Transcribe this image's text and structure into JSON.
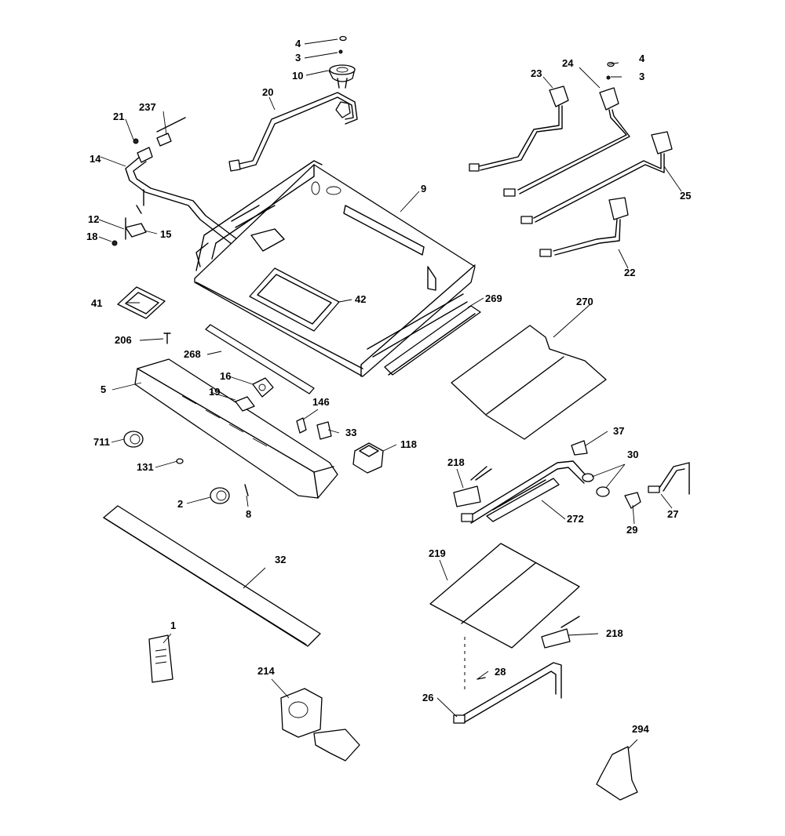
{
  "labels": {
    "l4a": "4",
    "l3a": "3",
    "l10": "10",
    "l20": "20",
    "l21": "21",
    "l237": "237",
    "l14": "14",
    "l12": "12",
    "l15": "15",
    "l18": "18",
    "l23": "23",
    "l24": "24",
    "l4b": "4",
    "l3b": "3",
    "l25": "25",
    "l22": "22",
    "l9": "9",
    "l41": "41",
    "l42": "42",
    "l206": "206",
    "l269": "269",
    "l270": "270",
    "l268": "268",
    "l5": "5",
    "l16": "16",
    "l19": "19",
    "l146": "146",
    "l33": "33",
    "l711": "711",
    "l118": "118",
    "l131": "131",
    "l2": "2",
    "l8": "8",
    "l218a": "218",
    "l37": "37",
    "l30": "30",
    "l272": "272",
    "l29": "29",
    "l27": "27",
    "l32": "32",
    "l219": "219",
    "l218b": "218",
    "l1": "1",
    "l214": "214",
    "l28": "28",
    "l26": "26",
    "l294": "294"
  }
}
